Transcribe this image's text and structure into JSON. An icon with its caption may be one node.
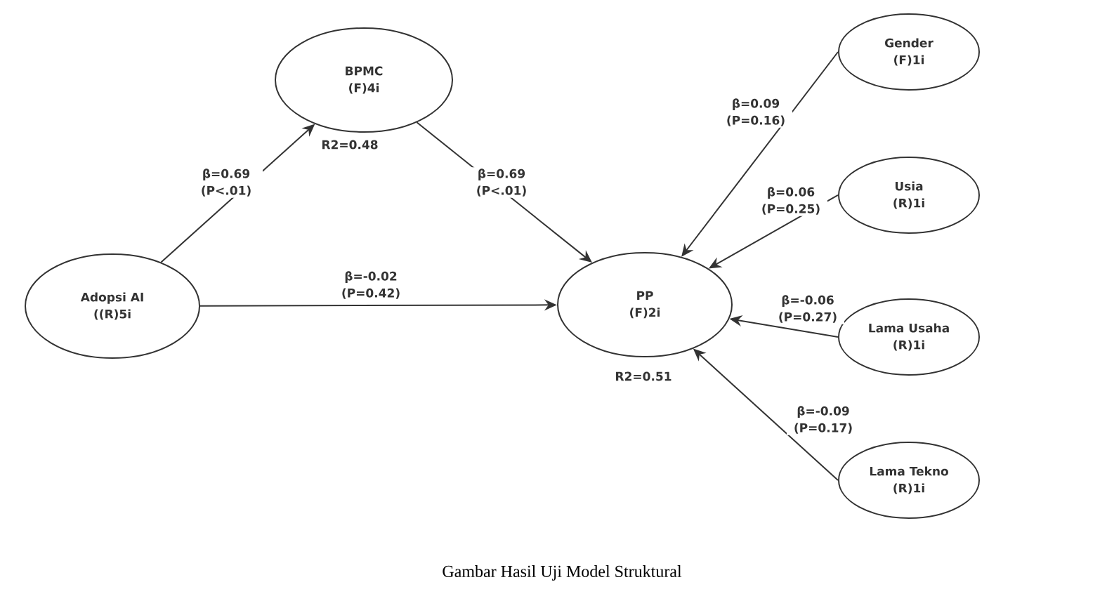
{
  "diagram": {
    "caption": "Gambar Hasil Uji Model Struktural",
    "nodes": [
      {
        "text": [
          "Adopsi AI",
          "((R)5i"
        ]
      },
      {
        "text": [
          "BPMC",
          "(F)4i"
        ],
        "beside": [
          "R2=0.48"
        ]
      },
      {
        "text": [
          "PP",
          "(F)2i"
        ],
        "beside": [
          "R2=0.51"
        ]
      },
      {
        "text": [
          "Gender",
          "(F)1i"
        ]
      },
      {
        "text": [
          "Usia",
          "(R)1i"
        ]
      },
      {
        "text": [
          "Lama Usaha",
          "(R)1i"
        ]
      },
      {
        "text": [
          "Lama Tekno",
          "(R)1i"
        ]
      }
    ],
    "edges": [
      {
        "from": 0,
        "to": 1,
        "arrow": "to",
        "label": "β=0.69 (P<.01)"
      },
      {
        "from": 1,
        "to": 2,
        "arrow": "to",
        "label": "β=0.69 (P<.01)"
      },
      {
        "from": 0,
        "to": 2,
        "arrow": "to",
        "label": "β=-0.02 (P=0.42)"
      },
      {
        "from": 3,
        "to": 2,
        "arrow": "to",
        "label": "β=0.09 (P=0.16)"
      },
      {
        "from": 4,
        "to": 2,
        "arrow": "to",
        "label": "β=0.06 (P=0.25)"
      },
      {
        "from": 5,
        "to": 2,
        "arrow": "to",
        "label": "β=-0.06 (P=0.27)"
      },
      {
        "from": 6,
        "to": 2,
        "arrow": "to",
        "label": "β=-0.09 (P=0.17)"
      }
    ]
  }
}
